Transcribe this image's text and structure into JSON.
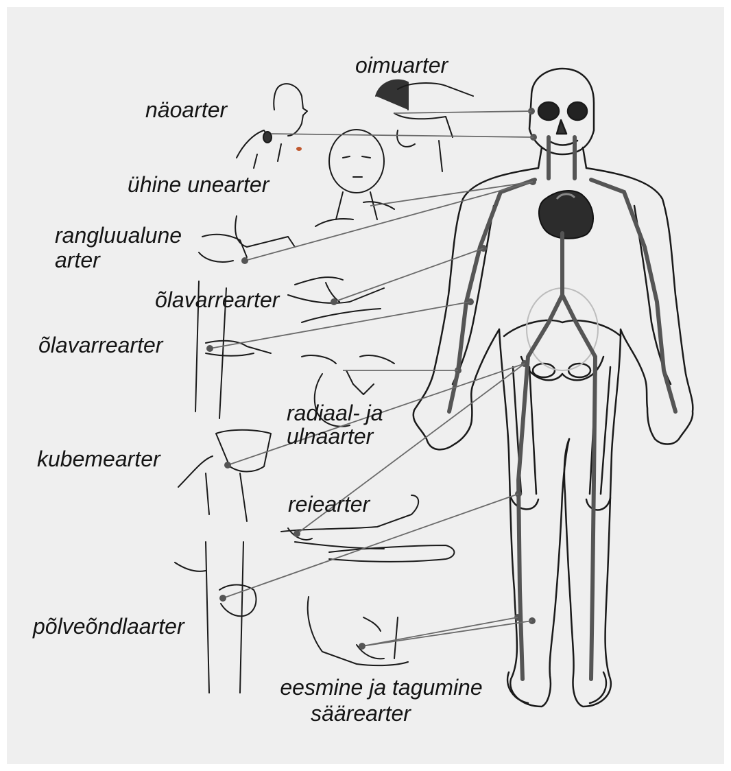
{
  "labels": {
    "oimuarter": "oimuarter",
    "naoarter": "näoarter",
    "uhine_unearter": "ühine unearter",
    "rangluualune_1": "rangluualune",
    "rangluualune_2": "arter",
    "olavarrearter_a": "õlavarrearter",
    "olavarrearter_b": "õlavarrearter",
    "radiaal_1": "radiaal- ja",
    "radiaal_2": "ulnaarter",
    "kubemearter": "kubemearter",
    "reiearter": "reiearter",
    "polveondlaarter": "põlveõndlaarter",
    "saarearter_1": "eesmine ja tagumine",
    "saarearter_2": "säärearter"
  },
  "colors": {
    "background": "#efefef",
    "ink": "#1a1a1a",
    "artery": "#555555",
    "pointer": "#6a6a6a",
    "heart": "#2c2c2c"
  }
}
